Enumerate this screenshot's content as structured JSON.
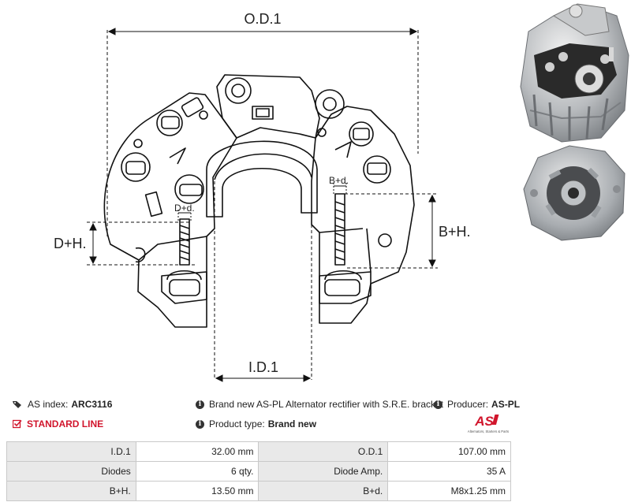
{
  "drawing": {
    "labels": {
      "od": "O.D.1",
      "id": "I.D.1",
      "dh": "D+H.",
      "bh": "B+H.",
      "dd": "D+d.",
      "bd": "B+d."
    }
  },
  "info": {
    "as_index_label": "AS index:",
    "as_index_value": "ARC3116",
    "standard_line": "STANDARD LINE",
    "description": "Brand new AS-PL Alternator rectifier with S.R.E. bracket",
    "product_type_label": "Product type:",
    "product_type_value": "Brand new",
    "producer_label": "Producer:",
    "producer_value": "AS-PL"
  },
  "logo": {
    "text": "AS",
    "tagline": "Alternators, Starters & Parts",
    "color": "#d1152c"
  },
  "specs": [
    {
      "l1": "I.D.1",
      "v1": "32.00 mm",
      "l2": "O.D.1",
      "v2": "107.00 mm"
    },
    {
      "l1": "Diodes",
      "v1": "6 qty.",
      "l2": "Diode Amp.",
      "v2": "35 A"
    },
    {
      "l1": "B+H.",
      "v1": "13.50 mm",
      "l2": "B+d.",
      "v2": "M8x1.25 mm"
    }
  ]
}
